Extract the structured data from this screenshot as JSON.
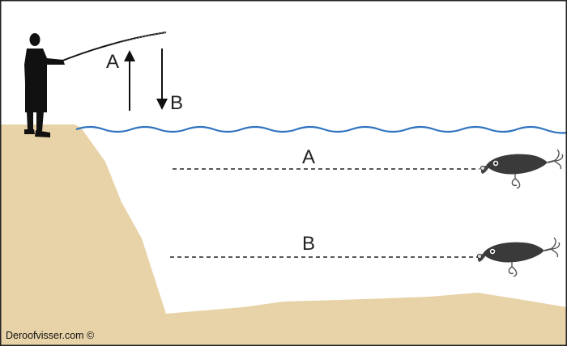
{
  "labels": {
    "rod_up": "A",
    "rod_down": "B",
    "depth_a": "A",
    "depth_b": "B"
  },
  "credit": "Deroofvisser.com ©",
  "colors": {
    "bank": "#e8d3a8",
    "water_line": "#2f73c0",
    "silhouette": "#111111",
    "lure": "#3a3a3a",
    "frame": "#222222"
  },
  "icons": {
    "angler": "angler-silhouette-icon",
    "lure": "crankbait-lure-icon",
    "arrow_up": "arrow-up-icon",
    "arrow_down": "arrow-down-icon"
  }
}
